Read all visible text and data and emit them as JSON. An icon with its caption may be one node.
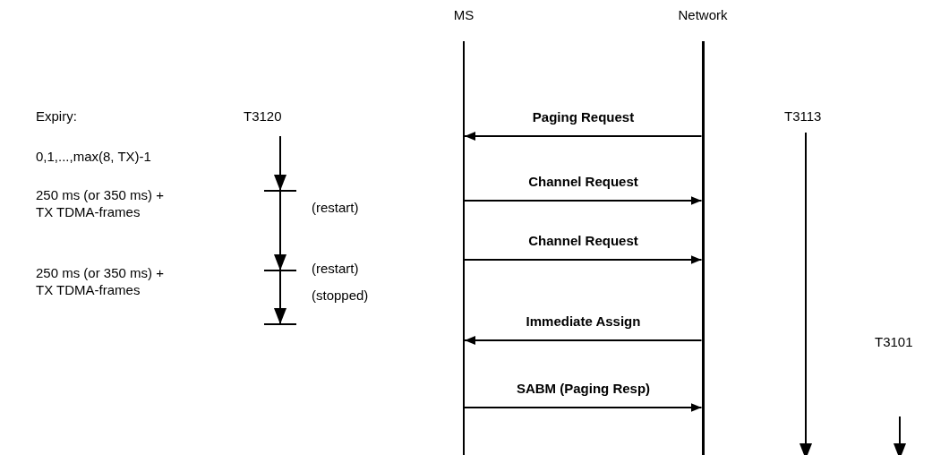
{
  "diagram": {
    "nodes": [
      {
        "text": [
          "MS"
        ]
      },
      {
        "text": [
          "Network"
        ]
      }
    ],
    "edges": [
      {
        "from": 1,
        "to": 0,
        "arrow": "to",
        "label": "Paging Request"
      },
      {
        "from": 0,
        "to": 1,
        "arrow": "to",
        "label": "Channel Request"
      },
      {
        "from": 0,
        "to": 1,
        "arrow": "to",
        "label": "Channel Request"
      },
      {
        "from": 1,
        "to": 0,
        "arrow": "to",
        "label": "Immediate Assign"
      },
      {
        "from": 0,
        "to": 1,
        "arrow": "to",
        "label": "SABM (Paging Resp)"
      }
    ],
    "labels": [
      "Expiry:",
      "T3120",
      "0,1,...,max(8, TX)-1",
      "250 ms (or 350 ms) + TX TDMA-frames",
      "(restart)",
      "250 ms (or 350 ms) + TX TDMA-frames",
      "(restart)",
      "(stopped)",
      "T3113",
      "T3101"
    ]
  }
}
